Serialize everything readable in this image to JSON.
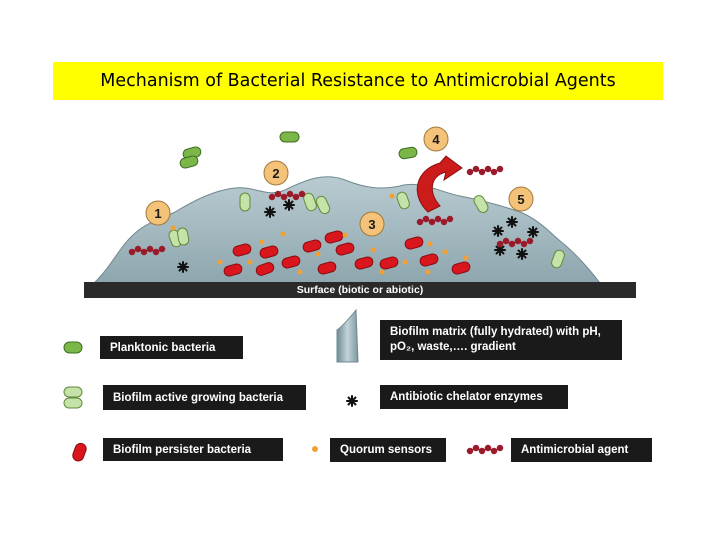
{
  "title": "Mechanism of Bacterial Resistance to Antimicrobial Agents",
  "surface_label": "Surface (biotic or abiotic)",
  "steps": [
    "1",
    "2",
    "3",
    "4",
    "5"
  ],
  "colors": {
    "title_background": "#ffff00",
    "biofilm_matrix": "#9fb5bd",
    "planktonic": "#7ab648",
    "active_growing": "#c5e3a8",
    "persister": "#d9161e",
    "quorum_sensor": "#f2a033",
    "antimicrobial_agent": "#9b1b2a",
    "arrow": "#cc1b1b",
    "step_badge": "#f5c27a",
    "legend_background": "#1a1a1a"
  },
  "legend": {
    "planktonic": "Planktonic bacteria",
    "active_growing": "Biofilm active growing bacteria",
    "persister": "Biofilm persister bacteria",
    "matrix": "Biofilm matrix (fully hydrated) with pH, pO₂, waste,…. gradient",
    "chelator": "Antibiotic chelator enzymes",
    "quorum": "Quorum sensors",
    "antimicrobial": "Antimicrobial agent"
  }
}
